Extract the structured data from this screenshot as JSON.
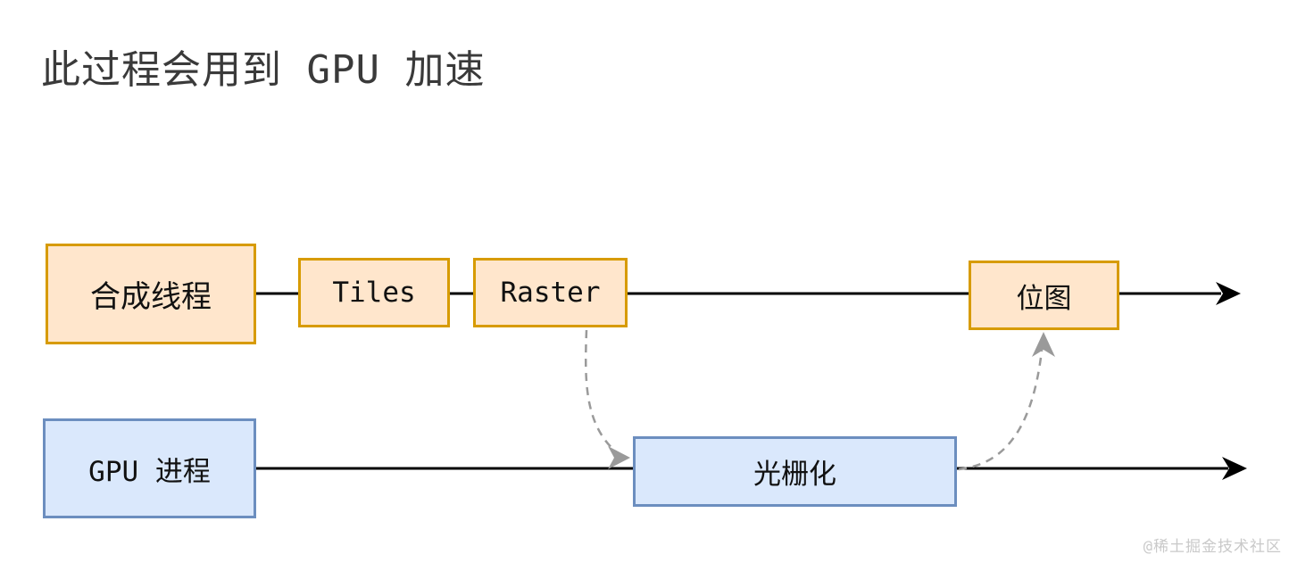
{
  "page": {
    "title": "此过程会用到 GPU 加速",
    "background": "#ffffff"
  },
  "watermark": {
    "text": "@稀土掘金技术社区",
    "color": "#c9c9c9"
  },
  "colors": {
    "orange_fill": "#ffe6cc",
    "orange_border": "#d79b00",
    "blue_fill": "#dae8fc",
    "blue_border": "#6c8ebf",
    "solid_line": "#000000",
    "dashed_line": "#9a9a9a",
    "title_text": "#3a3a3a",
    "node_text": "#111111"
  },
  "diagram": {
    "rows": [
      {
        "name": "compositor-row",
        "nodes": [
          {
            "id": "compositor-thread",
            "label": "合成线程",
            "style": "orange"
          },
          {
            "id": "tiles",
            "label": "Tiles",
            "style": "orange"
          },
          {
            "id": "raster",
            "label": "Raster",
            "style": "orange"
          },
          {
            "id": "bitmap",
            "label": "位图",
            "style": "orange"
          }
        ]
      },
      {
        "name": "gpu-row",
        "nodes": [
          {
            "id": "gpu-process",
            "label": "GPU 进程",
            "style": "blue"
          },
          {
            "id": "rasterization",
            "label": "光栅化",
            "style": "blue"
          }
        ]
      }
    ],
    "edges": [
      {
        "from": "compositor-thread",
        "to": "tiles",
        "style": "solid"
      },
      {
        "from": "tiles",
        "to": "raster",
        "style": "solid"
      },
      {
        "from": "raster",
        "to": "bitmap",
        "style": "solid"
      },
      {
        "from": "bitmap",
        "to": "timeline-end",
        "style": "solid-arrow"
      },
      {
        "from": "gpu-process",
        "to": "rasterization",
        "style": "solid"
      },
      {
        "from": "rasterization",
        "to": "timeline-end",
        "style": "solid-arrow"
      },
      {
        "from": "raster",
        "to": "rasterization",
        "style": "dashed-arrow"
      },
      {
        "from": "rasterization",
        "to": "bitmap",
        "style": "dashed-arrow"
      }
    ]
  }
}
